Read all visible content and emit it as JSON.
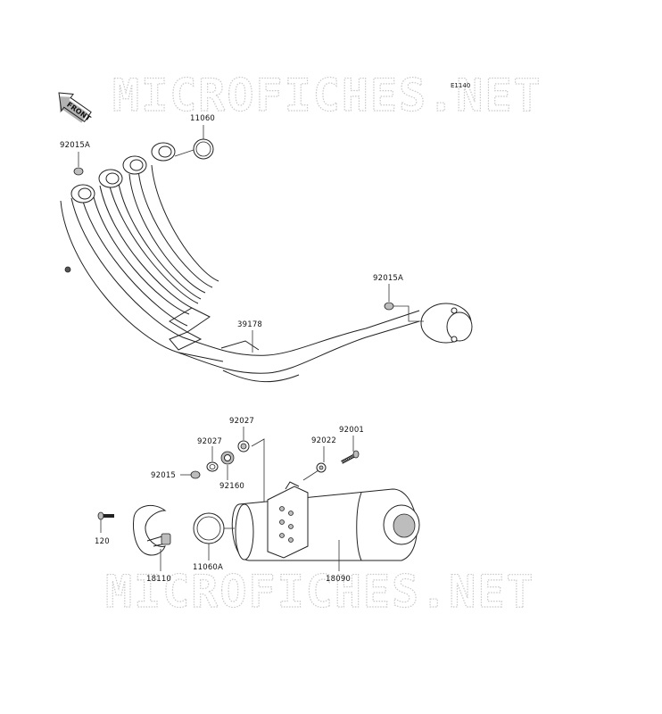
{
  "diagram": {
    "reference_code": "E1140",
    "front_label": "FRONT",
    "watermark_top": "MICROFICHES.NET",
    "watermark_bottom": "MICROFICHES.NET",
    "parts": {
      "p11060": "11060",
      "p92015A_left": "92015A",
      "p92015A_right": "92015A",
      "p39178": "39178",
      "p92027_upper": "92027",
      "p92027_lower": "92027",
      "p92001": "92001",
      "p92022": "92022",
      "p92015": "92015",
      "p92160": "92160",
      "p120": "120",
      "p18110": "18110",
      "p11060A": "11060A",
      "p18090": "18090"
    }
  }
}
